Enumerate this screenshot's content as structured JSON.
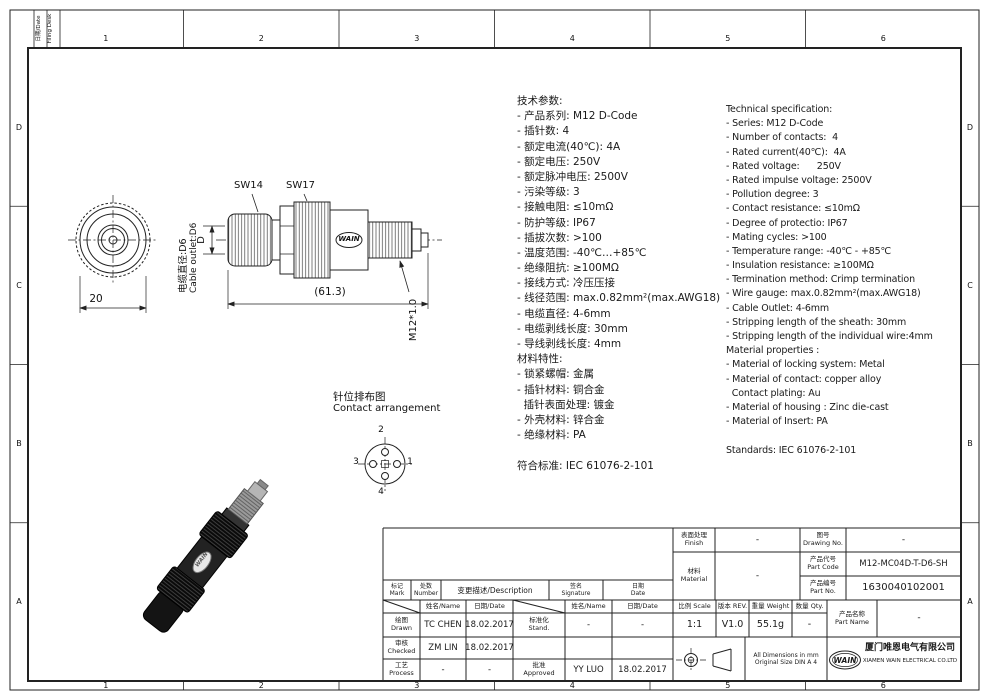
{
  "frame": {
    "zones_top": [
      "1",
      "2",
      "3",
      "4",
      "5",
      "6"
    ],
    "zones_bottom": [
      "1",
      "2",
      "3",
      "4",
      "5",
      "6"
    ],
    "zones_left": [
      "D",
      "C",
      "B",
      "A"
    ],
    "zones_right": [
      "D",
      "C",
      "B",
      "A"
    ],
    "corner_box1": "日期/Date",
    "corner_box2": "Filing Desk"
  },
  "views": {
    "front": {
      "dim_width": "20",
      "dim_d": "D",
      "cable_note_cn": "电缆直径:D6",
      "cable_note_en": "Cable outlet:D6"
    },
    "side": {
      "sw1": "SW14",
      "sw2": "SW17",
      "length_dim": "(61.3)",
      "thread_dim": "M12*1.0",
      "logo": "WAIN"
    },
    "contact": {
      "title_cn": "针位排布图",
      "title_en": "Contact arrangement",
      "pins": [
        "1",
        "2",
        "3",
        "4"
      ]
    },
    "iso": {
      "logo": "WAIN"
    }
  },
  "specs_cn": {
    "lines": [
      "技术参数:",
      "- 产品系列: M12 D-Code",
      "- 插针数: 4",
      "- 额定电流(40℃): 4A",
      "- 额定电压: 250V",
      "- 额定脉冲电压: 2500V",
      "- 污染等级: 3",
      "- 接触电阻: ≤10mΩ",
      "- 防护等级: IP67",
      "- 插拔次数: >100",
      "- 温度范围: -40℃…+85℃",
      "- 绝缘阻抗: ≥100MΩ",
      "- 接线方式: 冷压压接",
      "- 线径范围: max.0.82mm²(max.AWG18)",
      "- 电缆直径: 4-6mm",
      "- 电缆剥线长度: 30mm",
      "- 导线剥线长度: 4mm",
      "材料特性:",
      "- 锁紧螺帽: 金属",
      "- 插针材料: 铜合金",
      "  插针表面处理: 镀金",
      "- 外壳材料: 锌合金",
      "- 绝缘材料: PA",
      " ",
      "符合标准: IEC 61076-2-101"
    ]
  },
  "specs_en": {
    "lines": [
      "Technical specification:",
      "- Series: M12 D-Code",
      "- Number of contacts:  4",
      "- Rated current(40℃):  4A",
      "- Rated voltage:      250V",
      "- Rated impulse voltage: 2500V",
      "- Pollution degree: 3",
      "- Contact resistance: ≤10mΩ",
      "- Degree of protectio: IP67",
      "- Mating cycles: >100",
      "- Temperature range: -40℃ - +85℃",
      "- Insulation resistance: ≥100MΩ",
      "- Termination method: Crimp termination",
      "- Wire gauge: max.0.82mm²(max.AWG18)",
      "- Cable Outlet: 4-6mm",
      "- Stripping length of the sheath: 30mm",
      "- Stripping length of the individual wire:4mm",
      "Material properties :",
      "- Material of locking system: Metal",
      "- Material of contact: copper alloy",
      "  Contact plating: Au",
      "- Material of housing : Zinc die-cast",
      "- Material of Insert: PA",
      " ",
      "Standards: IEC 61076-2-101"
    ]
  },
  "titleblock": {
    "finish": {
      "cn": "表面处理",
      "en": "Finish",
      "value": "-"
    },
    "drawing_no": {
      "cn": "图号",
      "en": "Drawing No.",
      "value": "-"
    },
    "material": {
      "cn": "材料",
      "en": "Material",
      "value": "-"
    },
    "part_code": {
      "cn": "产品代号",
      "en": "Part Code",
      "value": "M12-MC04D-T-D6-SH"
    },
    "part_no": {
      "cn": "产品编号",
      "en": "Part No.",
      "value": "1630040102001"
    },
    "scale": {
      "label": "比例 Scale",
      "value": "1:1"
    },
    "rev": {
      "label": "版本 REV.",
      "value": "V1.0"
    },
    "weight": {
      "label": "重量 Weight",
      "value": "55.1g"
    },
    "qty": {
      "label": "数量 Qty.",
      "value": "-"
    },
    "part_name": {
      "cn": "产品名称",
      "en": "Part Name",
      "value": "-"
    },
    "revision_header": {
      "mark_cn": "标记",
      "mark_en": "Mark",
      "number_cn": "处数",
      "number_en": "Number",
      "description": "变更描述/Description",
      "sig_cn": "签名",
      "sig_en": "Signature",
      "date_cn": "日期",
      "date_en": "Date"
    },
    "subheader": {
      "name": "姓名/Name",
      "date": "日期/Date"
    },
    "drawn": {
      "cn": "绘图",
      "en": "Drawn",
      "name": "TC CHEN",
      "date": "18.02.2017"
    },
    "checked": {
      "cn": "审核",
      "en": "Checked",
      "name": "ZM LIN",
      "date": "18.02.2017"
    },
    "process": {
      "cn": "工艺",
      "en": "Process",
      "name": "-",
      "date": "-"
    },
    "stand": {
      "cn": "标准化",
      "en": "Stand.",
      "name": "-",
      "date": "-"
    },
    "approved": {
      "cn": "批准",
      "en": "Approved",
      "name": "YY LUO",
      "date": "18.02.2017"
    },
    "note_line1": "All Dimensions in mm",
    "note_line2": "Original Size DIN A 4",
    "company": {
      "logo": "WAIN",
      "cn": "厦门唯恩电气有限公司",
      "en": "XIAMEN WAIN ELECTRICAL CO.LTD"
    }
  }
}
